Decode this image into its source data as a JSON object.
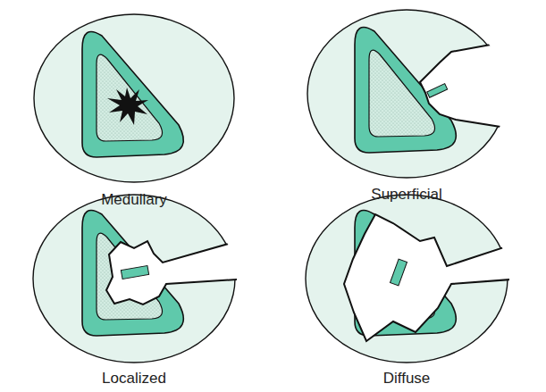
{
  "diagram": {
    "labels": [
      "Medullary",
      "Superficial",
      "Localized",
      "Diffuse"
    ]
  }
}
